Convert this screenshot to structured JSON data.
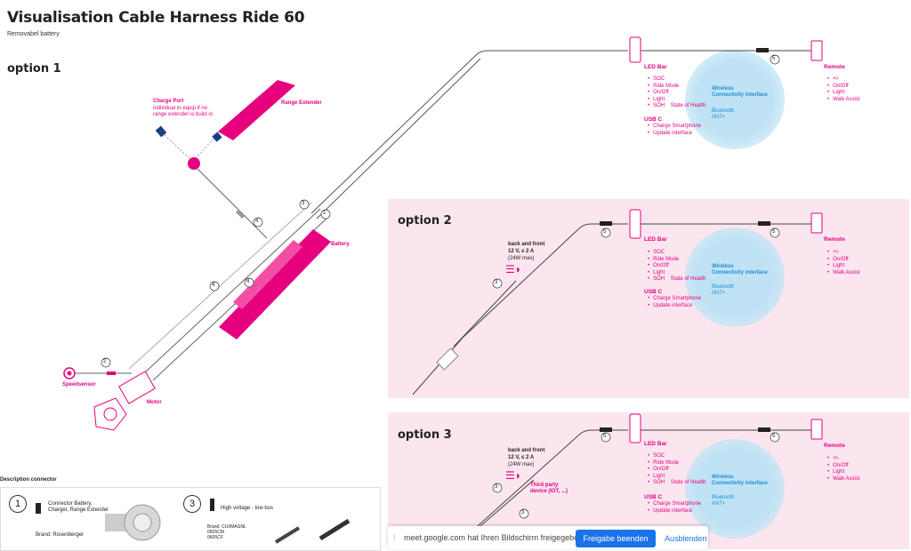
{
  "title": "Visualisation Cable Harness Ride 60",
  "subtitle": "Removabel battery",
  "options": {
    "opt1": "option 1",
    "opt2": "option 2",
    "opt3": "option 3"
  },
  "components": {
    "range_extender": "Range Extender",
    "charge_port_title": "Charge Port",
    "charge_port_desc1": "individual to equip if no",
    "charge_port_desc2": "range extender is build in",
    "battery": "Battery",
    "speedsensor": "Speedsensor",
    "motor": "Motor",
    "led_bar": "LED Bar",
    "remote": "Remote",
    "wireless_title1": "Wireless",
    "wireless_title2": "Connectivity interface",
    "bluetooth": "Bluetooth",
    "ant": "ANT+",
    "usb_c": "USB C",
    "back_front1": "back and front",
    "back_front2": "12 V, ≤ 2 A",
    "back_front3": "(24W max)",
    "third_party1": "Third party",
    "third_party2": "device (IOT, ...)"
  },
  "led_items": [
    "SOC",
    "Ride Mode",
    "On/Off",
    "Light",
    "SOH    State of Health"
  ],
  "usb_items": [
    "Charge Smartphone",
    "Update interface"
  ],
  "remote_items": [
    "+/-",
    "On/Off",
    "Light",
    "Walk Assist"
  ],
  "connector_numbers": {
    "n1": "1",
    "n2": "2",
    "n3": "3",
    "n4": "4",
    "n5": "5"
  },
  "legend": {
    "header": "Description connector",
    "c1_num": "1",
    "c1_text1": "Connector Battery,",
    "c1_text2": "Charger, Range Extender",
    "c1_brand": "Brand: Rosenberger",
    "c3_num": "3",
    "c3_text": "High voltage - low bus",
    "c3_brand1": "Brand: CUI/MAGNL",
    "c3_brand2": "0605CM",
    "c3_brand3": "0605CF"
  },
  "share_bar": {
    "message": "meet.google.com hat Ihren Bildschirm freigegeben.",
    "stop_label": "Freigabe beenden",
    "hide_label": "Ausblenden"
  },
  "colors": {
    "magenta": "#e6007e",
    "panel_pink": "#fbe6f0",
    "wireless_blue": "#bfe3f5",
    "button_blue": "#1a73e8"
  }
}
